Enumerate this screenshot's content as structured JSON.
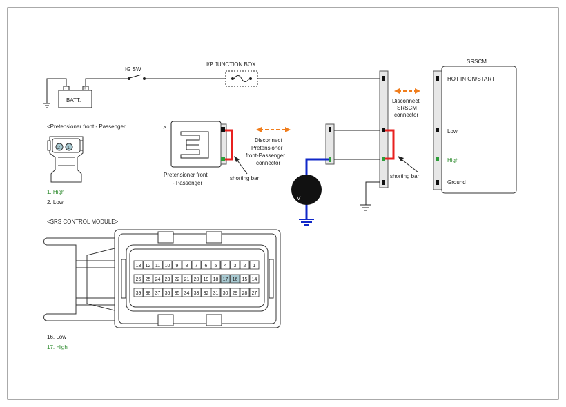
{
  "labels": {
    "batt": "BATT.",
    "ig_sw": "IG SW",
    "ip_junction_box": "I/P JUNCTION BOX",
    "srscm": "SRSCM",
    "hot_in": "HOT IN ON/START",
    "low": "Low",
    "high": "High",
    "ground": "Ground",
    "disconnect_srscm": [
      "Disconnect",
      "SRSCM",
      "connector"
    ],
    "disconnect_pretensioner": [
      "Disconnect",
      "Pretensioner",
      "front-Passenger",
      "connector"
    ],
    "pretensioner_section": "<Pretensioner front - Passenger",
    "arrow_mark": ">",
    "pretensioner_caption": [
      "Pretensioner front",
      "-  Passenger"
    ],
    "shorting_bar": "shorting bar",
    "voltmeter": "V",
    "pin_high": "1. High",
    "pin_low": "2. Low",
    "srs_module_section": "<SRS CONTROL MODULE>",
    "pin16": "16. Low",
    "pin17": "17. High"
  },
  "pretensioner_pins": [
    "2",
    "1"
  ],
  "connector_rows": [
    [
      "13",
      "12",
      "11",
      "10",
      "9",
      "8",
      "7",
      "6",
      "5",
      "4",
      "3",
      "2",
      "1"
    ],
    [
      "26",
      "25",
      "24",
      "23",
      "22",
      "21",
      "20",
      "19",
      "18",
      "17",
      "16",
      "15",
      "14"
    ],
    [
      "39",
      "38",
      "37",
      "36",
      "35",
      "34",
      "33",
      "32",
      "31",
      "30",
      "29",
      "28",
      "27"
    ]
  ],
  "highlight_pins": [
    "16",
    "17"
  ],
  "colors": {
    "high_text": "#2e8b2e",
    "shorting_bar": "#e8201f",
    "meter_lead": "#1028c8",
    "orange_arrow": "#f07d1c",
    "pin_highlight": "#a9cad2",
    "pin_green": "#2e9e3a"
  }
}
